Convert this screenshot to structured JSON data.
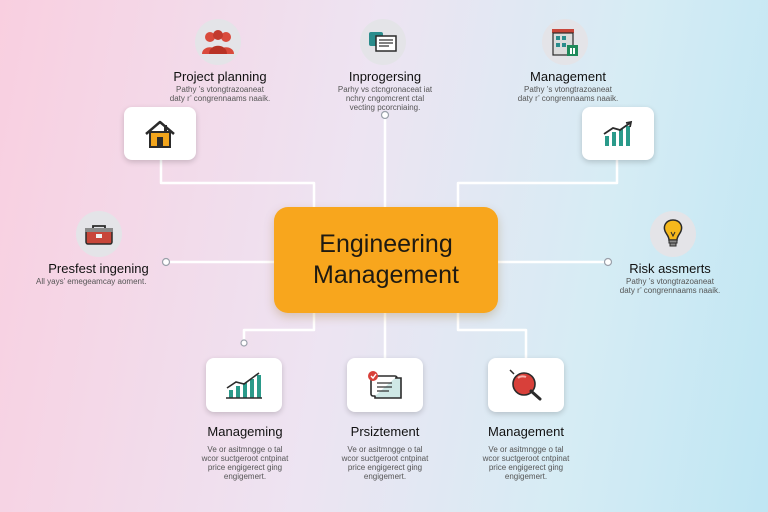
{
  "center": {
    "line1": "Engineering",
    "line2": "Management"
  },
  "nodes": {
    "top_left": {
      "label": "Project planning",
      "desc": "Pathy ’s vtongtrazoaneat\ndaty r’ congrennaams naaik."
    },
    "top_center": {
      "label": "Inprogersing",
      "desc": "Parhy vs ctcngronaceat iat\nnchry cngomcrent ctal\nvecting pcorcniaing."
    },
    "top_right": {
      "label": "Management",
      "desc": "Pathy ’s vtongtrazoaneat\ndaty r’ congrennaams naaik."
    },
    "left": {
      "label": "Presfest ingening",
      "desc": "All yays’ emegeamcay aoment."
    },
    "right": {
      "label": "Risk assmerts",
      "desc": "Pathy ’s vtongtrazoaneat\ndaty r’ congrennaams naaik."
    },
    "bottom_left": {
      "label": "Manageming",
      "desc": "Ve or asitmngge o tal\nwcor suctgeroot cntpinat\nprice engigerect ging\nengigemert."
    },
    "bottom_center": {
      "label": "Prsiztement",
      "desc": "Ve or asitmngge o tal\nwcor suctgeroot cntpinat\nprice engigerect ging\nengigemert."
    },
    "bottom_right": {
      "label": "Management",
      "desc": "Ve or asitmngge o tal\nwcor suctgeroot cntpinat\nprice engigerect ging\nengigemert."
    }
  },
  "colors": {
    "center_fill": "#f8a61d",
    "connector": "#ffffff",
    "accent_orange": "#f0a020",
    "accent_teal": "#2a9a8a",
    "accent_red": "#d8403a"
  }
}
